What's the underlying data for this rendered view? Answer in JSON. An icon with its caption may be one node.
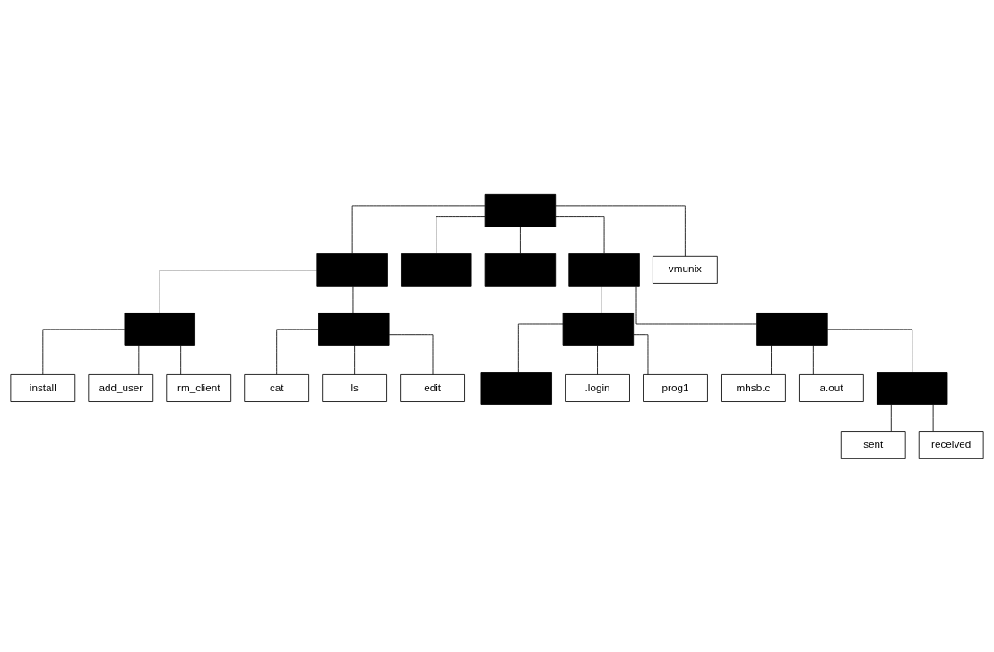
{
  "diagram": {
    "nodes": [
      {
        "text": [],
        "shape": "box"
      },
      {
        "text": [],
        "shape": "box"
      },
      {
        "text": [],
        "shape": "box"
      },
      {
        "text": [],
        "shape": "box"
      },
      {
        "text": [],
        "shape": "box"
      },
      {
        "text": [
          "vmunix"
        ]
      },
      {
        "text": [],
        "shape": "box"
      },
      {
        "text": [],
        "shape": "box"
      },
      {
        "text": [],
        "shape": "box"
      },
      {
        "text": [],
        "shape": "box"
      },
      {
        "text": [
          "install"
        ]
      },
      {
        "text": [
          "cat"
        ]
      },
      {
        "text": [],
        "shape": "box"
      },
      {
        "text": [
          "mhsb.c"
        ]
      },
      {
        "text": [
          "add_user"
        ]
      },
      {
        "text": [
          "ls"
        ]
      },
      {
        "text": [
          ".login"
        ]
      },
      {
        "text": [
          "a.out"
        ]
      },
      {
        "text": [
          "rm_client"
        ]
      },
      {
        "text": [
          "edit"
        ]
      },
      {
        "text": [
          "prog1"
        ]
      },
      {
        "text": [],
        "shape": "box"
      },
      {
        "text": [
          "sent"
        ]
      },
      {
        "text": [
          "received"
        ]
      }
    ],
    "edges": [
      {
        "from": 0,
        "to": 1,
        "arrow": "none"
      },
      {
        "from": 0,
        "to": 2,
        "arrow": "none"
      },
      {
        "from": 0,
        "to": 3,
        "arrow": "none"
      },
      {
        "from": 0,
        "to": 4,
        "arrow": "none"
      },
      {
        "from": 0,
        "to": 5,
        "arrow": "none"
      },
      {
        "from": 1,
        "to": 6,
        "arrow": "none"
      },
      {
        "from": 1,
        "to": 7,
        "arrow": "none"
      },
      {
        "from": 4,
        "to": 8,
        "arrow": "none"
      },
      {
        "from": 4,
        "to": 9,
        "arrow": "none"
      },
      {
        "from": 6,
        "to": 10,
        "arrow": "none"
      },
      {
        "from": 6,
        "to": 14,
        "arrow": "none"
      },
      {
        "from": 6,
        "to": 18,
        "arrow": "none"
      },
      {
        "from": 7,
        "to": 11,
        "arrow": "none"
      },
      {
        "from": 7,
        "to": 15,
        "arrow": "none"
      },
      {
        "from": 7,
        "to": 19,
        "arrow": "none"
      },
      {
        "from": 8,
        "to": 12,
        "arrow": "none"
      },
      {
        "from": 8,
        "to": 16,
        "arrow": "none"
      },
      {
        "from": 8,
        "to": 20,
        "arrow": "none"
      },
      {
        "from": 9,
        "to": 13,
        "arrow": "none"
      },
      {
        "from": 9,
        "to": 17,
        "arrow": "none"
      },
      {
        "from": 9,
        "to": 21,
        "arrow": "none"
      },
      {
        "from": 21,
        "to": 22,
        "arrow": "none"
      },
      {
        "from": 21,
        "to": 23,
        "arrow": "none"
      }
    ]
  }
}
